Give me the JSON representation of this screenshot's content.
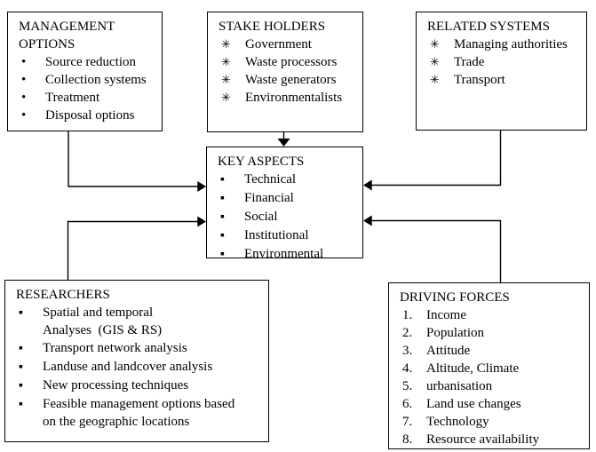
{
  "page": {
    "background_color": "#ffffff",
    "line_color": "#000000"
  },
  "boxes": {
    "management_options": {
      "title": "MANAGEMENT OPTIONS",
      "bullet": "•",
      "items": [
        "Source reduction",
        "Collection systems",
        "Treatment",
        "Disposal options"
      ]
    },
    "stake_holders": {
      "title": "STAKE HOLDERS",
      "bullet": "✳",
      "items": [
        "Government",
        "Waste processors",
        "Waste generators",
        "Environmentalists"
      ]
    },
    "related_systems": {
      "title": "RELATED SYSTEMS",
      "bullet": "✳",
      "items": [
        "Managing authorities",
        "Trade",
        "Transport"
      ]
    },
    "key_aspects": {
      "title": "KEY ASPECTS",
      "bullet": "▪",
      "items": [
        "Technical",
        "Financial",
        "Social",
        "Institutional",
        "Environmental"
      ]
    },
    "researchers": {
      "title": "RESEARCHERS",
      "bullet": "▪",
      "items": [
        "Spatial and temporal\nAnalyses  (GIS & RS)",
        "Transport network analysis",
        "Landuse and landcover analysis",
        "New processing techniques",
        "Feasible management options based\non the geographic locations"
      ]
    },
    "driving_forces": {
      "title": "DRIVING FORCES",
      "items": [
        {
          "num": "1.",
          "label": "Income"
        },
        {
          "num": "2.",
          "label": "Population"
        },
        {
          "num": "3.",
          "label": "Attitude"
        },
        {
          "num": "4.",
          "label": "Altitude, Climate"
        },
        {
          "num": "5.",
          "label": "urbanisation"
        },
        {
          "num": "6.",
          "label": "Land use changes"
        },
        {
          "num": "7.",
          "label": "Technology"
        },
        {
          "num": "8.",
          "label": "Resource availability"
        }
      ]
    }
  }
}
